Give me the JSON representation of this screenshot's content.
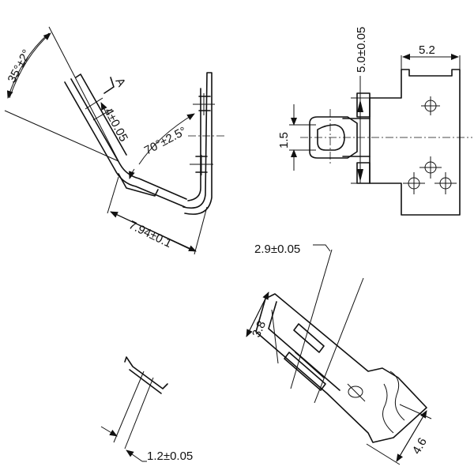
{
  "drawing": {
    "angle_35": "35°±2°",
    "angle_70": "70°±2.5°",
    "thickness_4": "4±0.05",
    "section_a": "A",
    "len_794": "7.94±0.1",
    "height_50": "5.0±0.05",
    "width_52": "5.2",
    "slot_15": "1.5",
    "len_29": "2.9±0.05",
    "width_38": "3.8",
    "width_46": "4.6",
    "thick_12": "1.2±0.05"
  }
}
